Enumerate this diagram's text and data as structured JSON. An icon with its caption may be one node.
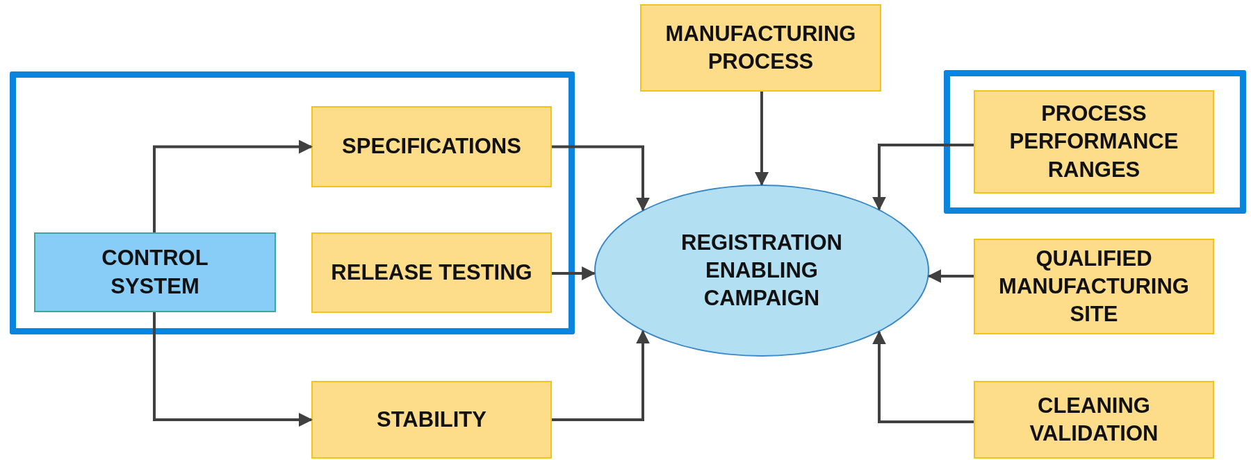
{
  "diagram": {
    "nodes": [
      {
        "text": [],
        "shape": "box"
      },
      {
        "text": [
          "SPECIFICATIONS"
        ],
        "in": 0
      },
      {
        "text": [
          "CONTROL SYSTEM"
        ],
        "in": 0
      },
      {
        "text": [
          "RELEASE TESTING"
        ],
        "in": 0
      },
      {
        "text": [
          "STABILITY"
        ]
      },
      {
        "text": [
          "MANUFACTURING PROCESS"
        ]
      },
      {
        "text": [
          "REGISTRATION ENABLING CAMPAIGN"
        ]
      },
      {
        "text": [],
        "shape": "box"
      },
      {
        "text": [
          "PROCESS PERFORMANCE RANGES"
        ],
        "in": 7
      },
      {
        "text": [
          "QUALIFIED MANUFACTURING SITE"
        ]
      },
      {
        "text": [
          "CLEANING VALIDATION"
        ]
      }
    ],
    "edges": [
      {
        "from": 2,
        "to": 1,
        "arrow": "to"
      },
      {
        "from": 2,
        "to": 4,
        "arrow": "to"
      },
      {
        "from": 1,
        "to": 6,
        "arrow": "to"
      },
      {
        "from": 3,
        "to": 6,
        "arrow": "to"
      },
      {
        "from": 4,
        "to": 6,
        "arrow": "to"
      },
      {
        "from": 5,
        "to": 6,
        "arrow": "to"
      },
      {
        "from": 8,
        "to": 6,
        "arrow": "to"
      },
      {
        "from": 9,
        "to": 6,
        "arrow": "to"
      },
      {
        "from": 10,
        "to": 6,
        "arrow": "to"
      }
    ]
  }
}
